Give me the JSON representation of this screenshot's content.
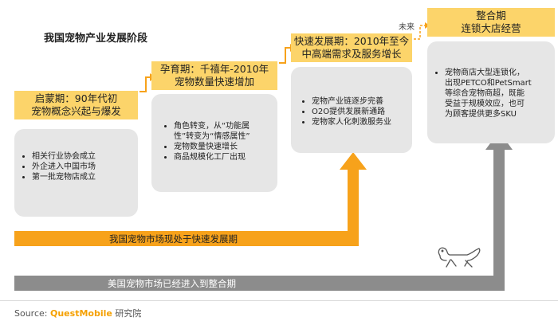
{
  "title": "我国宠物产业发展阶段",
  "stages": [
    {
      "lines": [
        "启蒙期：90年代初",
        "宠物概念兴起与爆发"
      ]
    },
    {
      "lines": [
        "孕育期：千禧年-2010年",
        "宠物数量快速增加"
      ]
    },
    {
      "lines": [
        "快速发展期：2010年至今",
        "中高端需求及服务增长"
      ]
    },
    {
      "lines": [
        "整合期",
        "连锁大店经营"
      ]
    }
  ],
  "cards": [
    {
      "items": [
        "相关行业协会成立",
        "外企进入中国市场",
        "第一批宠物店成立"
      ]
    },
    {
      "items": [
        "角色转变，从“功能属性”转变为“情感属性”",
        "宠物数量快速增长",
        "商品规模化工厂出现"
      ]
    },
    {
      "items": [
        "宠物产业链逐步完善",
        "O2O提供发展新通路",
        "宠物家人化刺激服务业"
      ]
    },
    {
      "items": [
        "宠物商店大型连锁化，\n出现PETCO和PetSmart\n等综合宠物商超，既能\n受益于规模效应，也可\n为顾客提供更多SKU"
      ]
    }
  ],
  "future_label": "未来",
  "bars": {
    "china": "我国宠物市场现处于快速发展期",
    "us": "美国宠物市场已经进入到整合期"
  },
  "source": {
    "prefix": "Source:",
    "brand": "QuestMobile",
    "suffix": "研究院"
  },
  "colors": {
    "orange": "#f7a21b",
    "yellow": "#fcd46a",
    "gray": "#8c8c8c",
    "card": "#e6e6e6"
  }
}
